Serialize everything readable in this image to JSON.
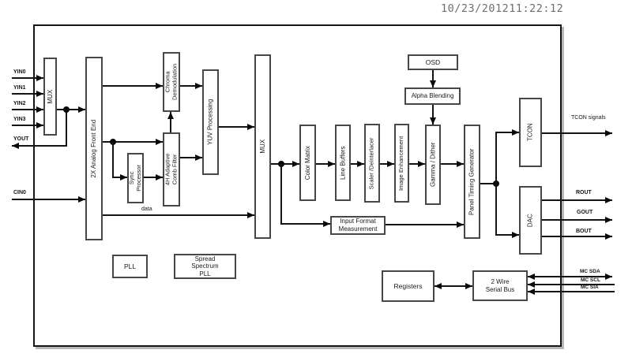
{
  "timestamp": "10/23/201211:22:12",
  "colors": {
    "background": "#ffffff",
    "line": "#141414",
    "box_border": "#474747",
    "timestamp_text": "#6e6e6e"
  },
  "blocks": {
    "mux_in": "MUX",
    "afe": "2X Analog Front End",
    "chroma_demod": "Chroma\nDemodulation",
    "sync_proc": "Sync\nProcessor",
    "comb_filter": "4H Adaptive\nComb Filter",
    "yuv": "YUV Processing",
    "mux_mid": "MUX",
    "color_matrix": "Color Matrix",
    "line_buffers": "Line Buffers",
    "scaler": "Scaler /Deinterlacer",
    "image_enhancement": "Image Enhancement",
    "gamma_dither": "Gamma / Dither",
    "panel_timing": "Panel Timing Generator",
    "osd": "OSD",
    "alpha_blending": "Alpha Blending",
    "input_format": "Input Format\nMeasurement",
    "tcon": "TCON",
    "dac": "DAC",
    "pll": "PLL",
    "spread_pll": "Spread\nSpectrum\nPLL",
    "registers": "Registers",
    "serial_bus": "2 Wire\nSerial Bus"
  },
  "ports": {
    "yin0": "YIN0",
    "yin1": "YIN1",
    "yin2": "YIN2",
    "yin3": "YIN3",
    "yout": "YOUT",
    "cin0": "CIN0",
    "tcon_signals": "TCON signals",
    "rout": "ROUT",
    "gout": "GOUT",
    "bout": "BOUT",
    "mc_sda": "MC SDA",
    "mc_scl": "MC SCL",
    "mc_sia": "MC SIA"
  },
  "labels": {
    "data_bus": "data"
  }
}
